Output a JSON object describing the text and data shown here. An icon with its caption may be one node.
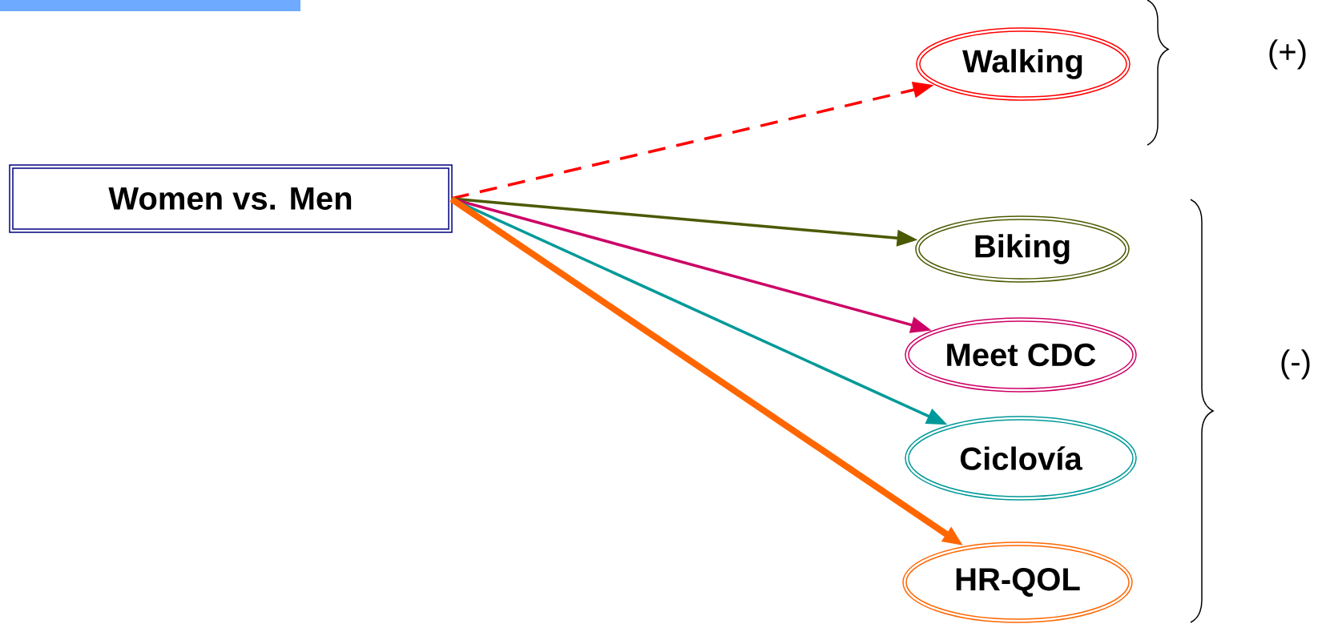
{
  "diagram": {
    "nodes": [
      {
        "text": [
          "Women vs. Men"
        ]
      },
      {
        "text": [
          "Walking"
        ]
      },
      {
        "text": [
          "Biking"
        ]
      },
      {
        "text": [
          "Meet CDC"
        ]
      },
      {
        "text": [
          "Ciclovía"
        ]
      },
      {
        "text": [
          "HR-QOL"
        ]
      }
    ],
    "edges": [
      {
        "from": 0,
        "to": 1,
        "arrow": "to",
        "style": "dashed",
        "color": "#ff0000"
      },
      {
        "from": 0,
        "to": 2,
        "arrow": "to",
        "color": "#4a5a00"
      },
      {
        "from": 0,
        "to": 3,
        "arrow": "to",
        "color": "#cc0066"
      },
      {
        "from": 0,
        "to": 4,
        "arrow": "to",
        "color": "#009999"
      },
      {
        "from": 0,
        "to": 5,
        "arrow": "to",
        "style": "thick",
        "color": "#ff6600"
      }
    ],
    "labels": [
      "(+)",
      "(-)"
    ]
  }
}
